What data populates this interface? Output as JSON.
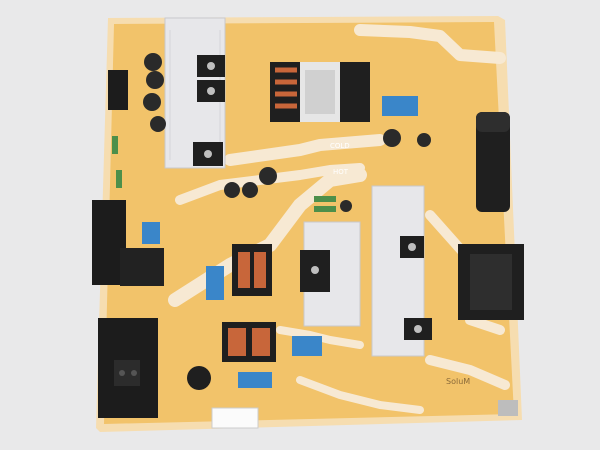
{
  "photo": {
    "subject": "power-supply-board",
    "colors": {
      "background": "#e9e9ea",
      "pcb": "#f2c36a",
      "pcb_edge": "#f6ddb0",
      "trace": "#f7e9d3",
      "heatsink": "#e7e7ea",
      "capacitor": "#2a2a2a",
      "film_cap": "#3a86c9",
      "coil": "#c8663a",
      "connector": "#1c1c1c"
    }
  },
  "silkscreen": {
    "cold": "COLD",
    "hot": "HOT",
    "brand": "SoluM"
  }
}
